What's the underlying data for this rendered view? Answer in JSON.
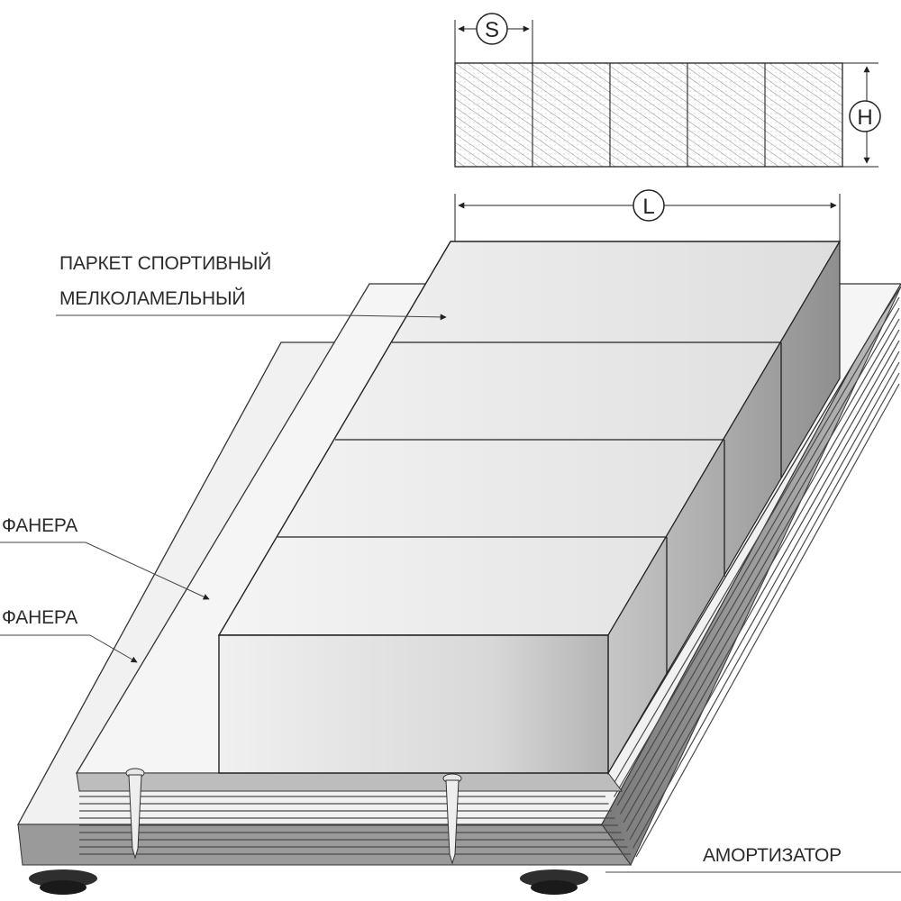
{
  "labels": {
    "parquet_line1": "ПАРКЕТ СПОРТИВНЫЙ",
    "parquet_line2": "МЕЛКОЛАМЕЛЬНЫЙ",
    "plywood_upper": "ФАНЕРА",
    "plywood_lower": "ФАНЕРА",
    "damper": "АМОРТИЗАТОР"
  },
  "dimensions": {
    "width": "S",
    "height": "H",
    "length": "L"
  },
  "colors": {
    "stroke": "#222222",
    "hatch": "#8a8a8a",
    "board_light": "#ececec",
    "board_shadow": "#9c9c9c",
    "plywood": "#f2f2f2",
    "layers": "#6e6e6e"
  }
}
